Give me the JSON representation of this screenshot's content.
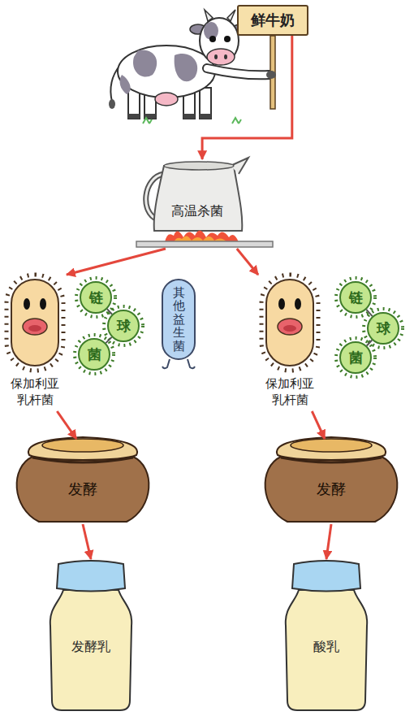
{
  "diagram": {
    "nodes": [
      {
        "text": [
          "鲜牛奶"
        ]
      },
      {
        "text": [
          "高温杀菌"
        ]
      },
      {
        "text": [
          "保加利亚乳杆菌"
        ]
      },
      {
        "text": [
          "链"
        ]
      },
      {
        "text": [
          "球"
        ]
      },
      {
        "text": [
          "菌"
        ]
      },
      {
        "text": [
          "其他益生菌"
        ]
      },
      {
        "text": [
          "保加利亚乳杆菌"
        ]
      },
      {
        "text": [
          "链"
        ]
      },
      {
        "text": [
          "球"
        ]
      },
      {
        "text": [
          "菌"
        ]
      },
      {
        "text": [
          "发酵"
        ]
      },
      {
        "text": [
          "发酵"
        ]
      },
      {
        "text": [
          "发酵乳"
        ]
      },
      {
        "text": [
          "酸乳"
        ]
      }
    ],
    "edges": [
      {
        "from": 0,
        "to": 1,
        "arrow": "to"
      },
      {
        "from": 1,
        "to": 2,
        "arrow": "to"
      },
      {
        "from": 1,
        "to": 7,
        "arrow": "to"
      },
      {
        "from": 3,
        "to": 4,
        "arrow": "none"
      },
      {
        "from": 4,
        "to": 5,
        "arrow": "none"
      },
      {
        "from": 2,
        "to": 11,
        "arrow": "to"
      },
      {
        "from": 8,
        "to": 9,
        "arrow": "none"
      },
      {
        "from": 9,
        "to": 10,
        "arrow": "none"
      },
      {
        "from": 7,
        "to": 12,
        "arrow": "to"
      },
      {
        "from": 11,
        "to": 13,
        "arrow": "to"
      },
      {
        "from": 12,
        "to": 14,
        "arrow": "to"
      }
    ]
  }
}
